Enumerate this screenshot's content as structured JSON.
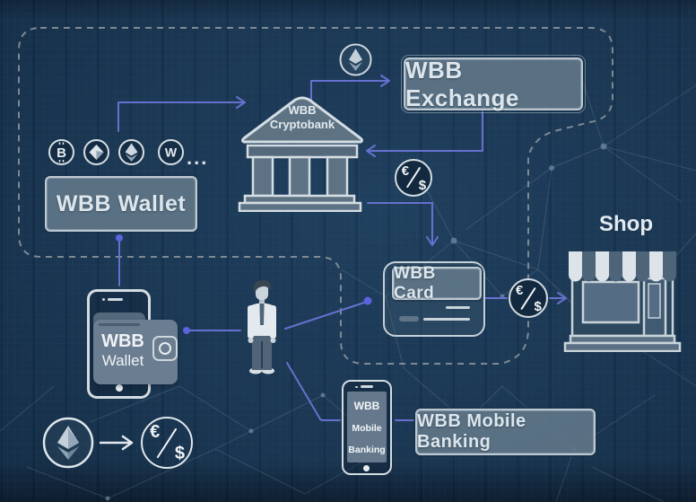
{
  "nodes": {
    "wallet_box": {
      "label": "WBB Wallet"
    },
    "exchange_box": {
      "label": "WBB Exchange"
    },
    "card": {
      "label": "WBB Card"
    },
    "mobile_banking_box": {
      "label": "WBB Mobile Banking"
    },
    "shop": {
      "label": "Shop"
    },
    "bank": {
      "line1": "WBB",
      "line2": "Cryptobank"
    },
    "wallet_app": {
      "line1": "WBB",
      "line2": "Wallet"
    },
    "mobile_app": {
      "line1": "WBB",
      "line2": "Mobile",
      "line3": "Banking"
    }
  },
  "coins": {
    "bitcoin": "B",
    "wrapped": "W",
    "ellipsis": "..."
  },
  "symbols": {
    "euro": "€",
    "dollar": "$"
  },
  "colors": {
    "background": "#17344f",
    "accent_line": "#6a74d6",
    "node_dot": "#5a64dc",
    "outline_light": "#d3dce2",
    "panel_fill": "#5f7588",
    "dashed_border": "#90989e"
  }
}
